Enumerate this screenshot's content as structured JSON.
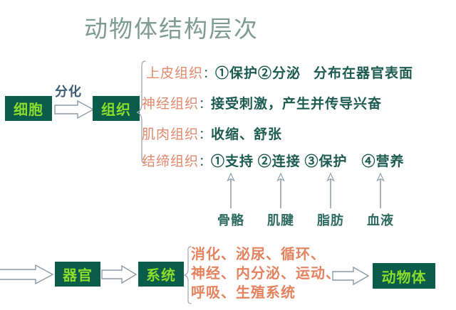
{
  "title": "动物体结构层次",
  "flow_top": {
    "cell_box": "细胞",
    "differentiation_label": "分化",
    "tissue_box": "组织"
  },
  "tissues": [
    {
      "name": "上皮组织",
      "colon": "：",
      "desc": "①保护②分泌",
      "desc_extra": "分布在器官表面"
    },
    {
      "name": "神经组织",
      "colon": "：",
      "desc": "接受刺激，产生并传导兴奋",
      "desc_extra": ""
    },
    {
      "name": "肌肉组织",
      "colon": "：",
      "desc": "收缩、舒张",
      "desc_extra": ""
    },
    {
      "name": "结缔组织",
      "colon": "：",
      "desc": "①支持 ②连接 ③保护　④营养",
      "desc_extra": ""
    }
  ],
  "connective_examples": [
    {
      "label": "骨骼"
    },
    {
      "label": "肌腱"
    },
    {
      "label": "脂肪"
    },
    {
      "label": "血液"
    }
  ],
  "flow_bottom": {
    "organ_box": "器官",
    "system_box": "系统",
    "animal_box": "动物体",
    "system_lines": [
      "消化、泌尿、循环、",
      "神经、内分泌、运动、",
      "呼吸、生殖系统"
    ]
  },
  "colors": {
    "box_fill": "#0b5c4b",
    "box_text": "#8ade2e",
    "title_text": "#7f9b92",
    "tissue_name": "#e08a6e",
    "tissue_desc": "#1d5b4f",
    "system_text": "#e4835f",
    "arrow_stroke": "#8a99a6",
    "brace_stroke": "#9aa7ae",
    "background": "#fefefe"
  }
}
